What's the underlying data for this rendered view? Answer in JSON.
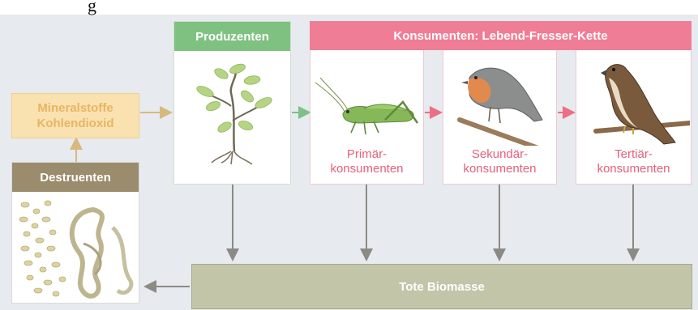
{
  "caption": "g",
  "boxes": {
    "mineral": {
      "line1": "Mineralstoffe",
      "line2": "Kohlendioxid"
    },
    "destruenten": {
      "title": "Destruenten"
    },
    "produzenten": {
      "title": "Produzenten"
    },
    "konsumenten": {
      "title": "Konsumenten: Lebend-Fresser-Kette"
    },
    "primaer": {
      "line1": "Primär-",
      "line2": "konsumenten"
    },
    "sekundaer": {
      "line1": "Sekundär-",
      "line2": "konsumenten"
    },
    "tertiaer": {
      "line1": "Tertiär-",
      "line2": "konsumenten"
    },
    "tote_biomasse": {
      "label": "Tote Biomasse"
    }
  },
  "colors": {
    "mineral_fill": "#f9e2b0",
    "mineral_text": "#e8b562",
    "destruenten_header": "#9a8c6c",
    "produzenten_header": "#7fc181",
    "konsumenten_header": "#ef7d95",
    "konsumenten_label": "#e6607a",
    "biomasse_fill": "#c3c5a8",
    "arrow_gray": "#8b8b86",
    "arrow_tan": "#d7b97e",
    "arrow_green": "#7fbf88",
    "arrow_pink": "#ec6f86"
  },
  "icons": [
    "plant-icon",
    "grasshopper-icon",
    "robin-icon",
    "hawk-icon",
    "decomposer-organisms-icon"
  ]
}
